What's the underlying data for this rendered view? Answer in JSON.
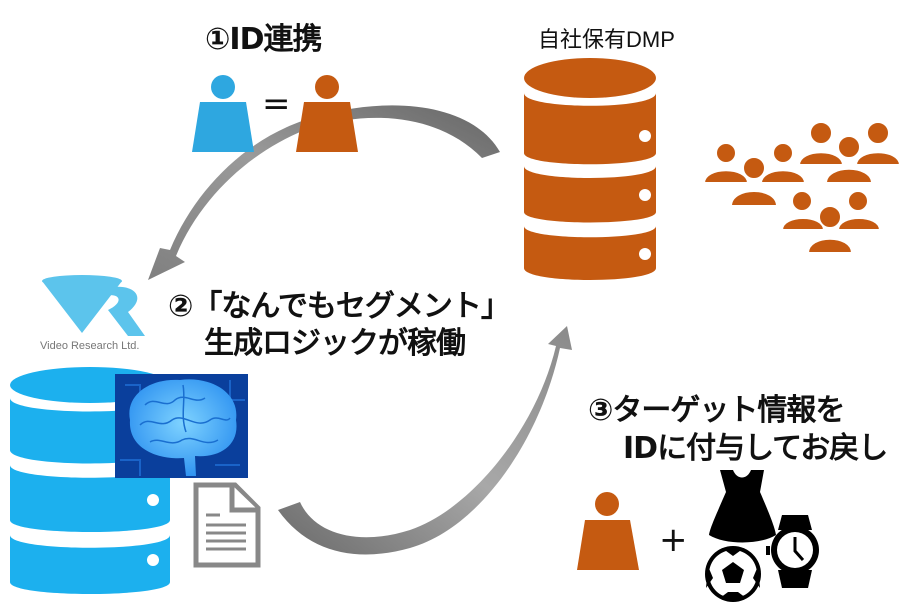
{
  "steps": {
    "step1": "①ID連携",
    "step2_line1": "②「なんでもセグメント」",
    "step2_line2": "生成ロジックが稼働",
    "step3_line1": "③ターゲット情報を",
    "step3_line2": "IDに付与してお戻し"
  },
  "dmp": {
    "label": "自社保有DMP"
  },
  "vr_logo": {
    "company": "Video Research Ltd."
  },
  "symbols": {
    "equals": "=",
    "plus": "+"
  },
  "icons": [
    "person-icon",
    "database-icon",
    "people-group-icon",
    "brain-icon",
    "document-icon",
    "dress-icon",
    "soccer-ball-icon",
    "watch-icon",
    "curved-arrow-icon",
    "vr-logo-icon"
  ],
  "colors": {
    "orange": "#C55A11",
    "blue": "#1CB0EE",
    "person_blue": "#2EA7E0",
    "arrow_gray": "#7a7a7a",
    "brain_bg": "#0a3f9c",
    "logo_blue": "#5cc4ec"
  }
}
